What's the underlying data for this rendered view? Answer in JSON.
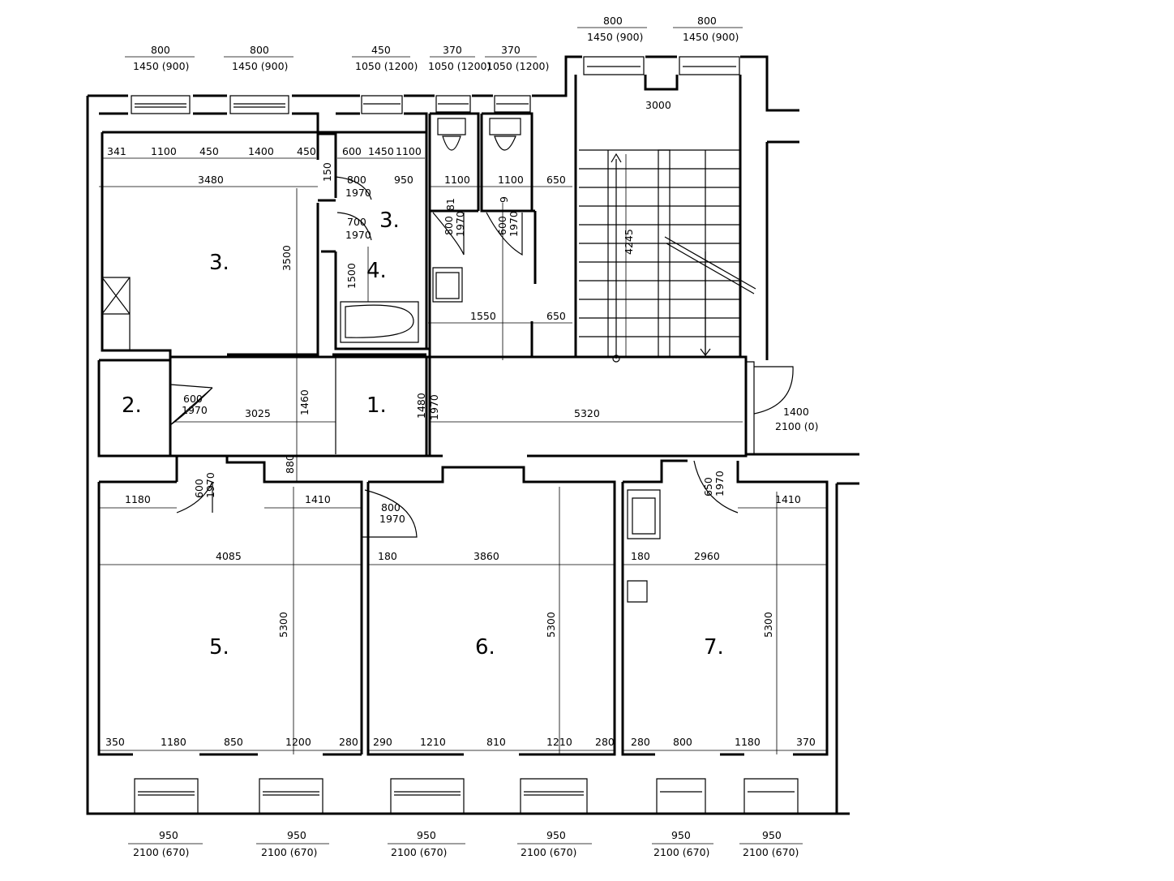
{
  "rooms": {
    "r3_main": "3.",
    "r3_small": "3.",
    "r4": "4.",
    "r2": "2.",
    "r1": "1.",
    "r5": "5.",
    "r6": "6.",
    "r7": "7."
  },
  "top_windows": [
    {
      "width": "800",
      "size": "1450 (900)"
    },
    {
      "width": "800",
      "size": "1450 (900)"
    },
    {
      "width": "450",
      "size": "1050 (1200)"
    },
    {
      "width": "370",
      "size": "1050 (1200)"
    },
    {
      "width": "370",
      "size": "1050 (1200)"
    },
    {
      "width": "800",
      "size": "1450 (900)"
    },
    {
      "width": "800",
      "size": "1450 (900)"
    }
  ],
  "bottom_windows": [
    {
      "width": "950",
      "size": "2100 (670)"
    },
    {
      "width": "950",
      "size": "2100 (670)"
    },
    {
      "width": "950",
      "size": "2100 (670)"
    },
    {
      "width": "950",
      "size": "2100 (670)"
    },
    {
      "width": "950",
      "size": "2100 (670)"
    },
    {
      "width": "950",
      "size": "2100 (670)"
    }
  ],
  "dimensions": {
    "d341": "341",
    "d1100a": "1100",
    "d450a": "450",
    "d1400a": "1400",
    "d450b": "450",
    "d600a": "600",
    "d1450": "1450",
    "d1100b": "1100",
    "d3480": "3480",
    "d150": "150",
    "d800": "800",
    "d1970a": "1970",
    "d950": "950",
    "d1100c": "1100",
    "d1100d": "1100",
    "d650a": "650",
    "d700": "700",
    "d1970b": "1970",
    "d3500": "3500",
    "d1500": "1500",
    "d800v": "800",
    "d1970v1": "1970",
    "d81": "81",
    "d600v": "600",
    "d1970v2": "1970",
    "d9": "9",
    "d4245": "4245",
    "d3000": "3000",
    "d1550": "1550",
    "d650b": "650",
    "d600c": "600",
    "d1970c": "1970",
    "d3025": "3025",
    "d1460": "1460",
    "d1480": "1480",
    "d1970d": "1970",
    "d5320": "5320",
    "d1400b": "1400",
    "d2100_0": "2100 (0)",
    "d600v2": "600",
    "d1970v3": "1970",
    "d880": "880",
    "d650v": "650",
    "d1970v4": "1970",
    "d1180a": "1180",
    "d1410a": "1410",
    "d800b": "800",
    "d1970e": "1970",
    "d1410b": "1410",
    "d4085": "4085",
    "d180a": "180",
    "d3860": "3860",
    "d180b": "180",
    "d2960": "2960",
    "d5300a": "5300",
    "d5300b": "5300",
    "d5300c": "5300",
    "b350": "350",
    "b1180a": "1180",
    "b850": "850",
    "b1200": "1200",
    "b280a": "280",
    "b290": "290",
    "b1210a": "1210",
    "b810": "810",
    "b1210b": "1210",
    "b280b": "280",
    "b280c": "280",
    "b800": "800",
    "b1180b": "1180",
    "b370": "370"
  }
}
